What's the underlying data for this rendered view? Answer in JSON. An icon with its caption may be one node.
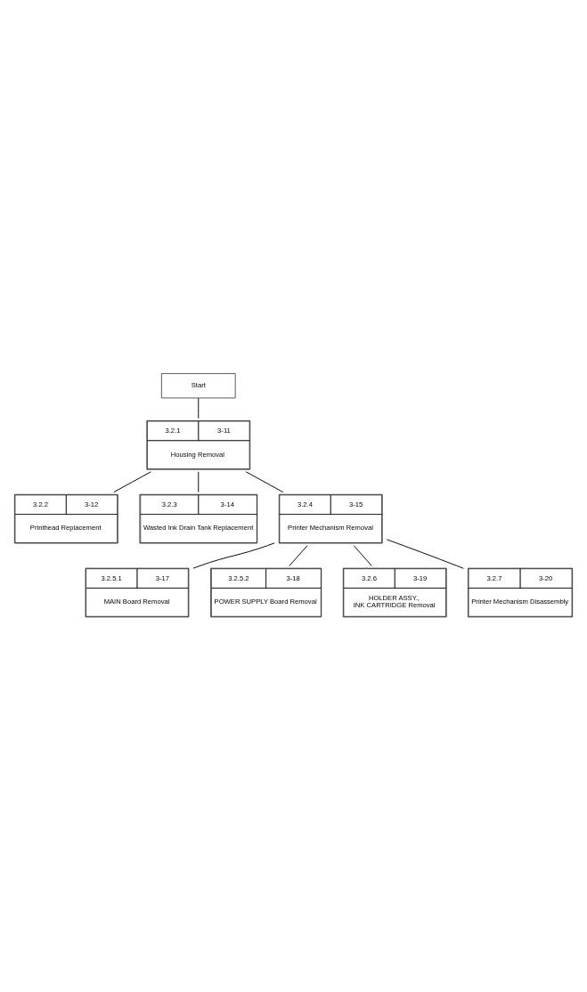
{
  "diagram": {
    "nodes": [
      {
        "text": [
          "Start"
        ]
      },
      {
        "text": [
          "3.2.1",
          "3-11",
          "Housing Removal"
        ]
      },
      {
        "text": [
          "3.2.2",
          "3-12",
          "Printhead Replacement"
        ]
      },
      {
        "text": [
          "3.2.3",
          "3-14",
          "Wasted Ink Drain Tank Replacement"
        ]
      },
      {
        "text": [
          "3.2.4",
          "3-15",
          "Printer Mechanism Removal"
        ]
      },
      {
        "text": [
          "3.2.5.1",
          "3-17",
          "MAIN Board Removal"
        ]
      },
      {
        "text": [
          "3.2.5.2",
          "3-18",
          "POWER SUPPLY Board Removal"
        ]
      },
      {
        "text": [
          "3.2.6",
          "3-19",
          "HOLDER ASSY., INK CARTRIDGE Removal"
        ]
      },
      {
        "text": [
          "3.2.7",
          "3-20",
          "Printer Mechanism Disassembly"
        ]
      }
    ],
    "edges": [
      {
        "from": 0,
        "to": 1,
        "arrow": "none"
      },
      {
        "from": 1,
        "to": 2,
        "arrow": "none"
      },
      {
        "from": 1,
        "to": 3,
        "arrow": "none"
      },
      {
        "from": 1,
        "to": 4,
        "arrow": "none"
      },
      {
        "from": 4,
        "to": 5,
        "arrow": "none"
      },
      {
        "from": 4,
        "to": 6,
        "arrow": "none"
      },
      {
        "from": 4,
        "to": 7,
        "arrow": "none"
      },
      {
        "from": 4,
        "to": 8,
        "arrow": "none"
      }
    ]
  }
}
